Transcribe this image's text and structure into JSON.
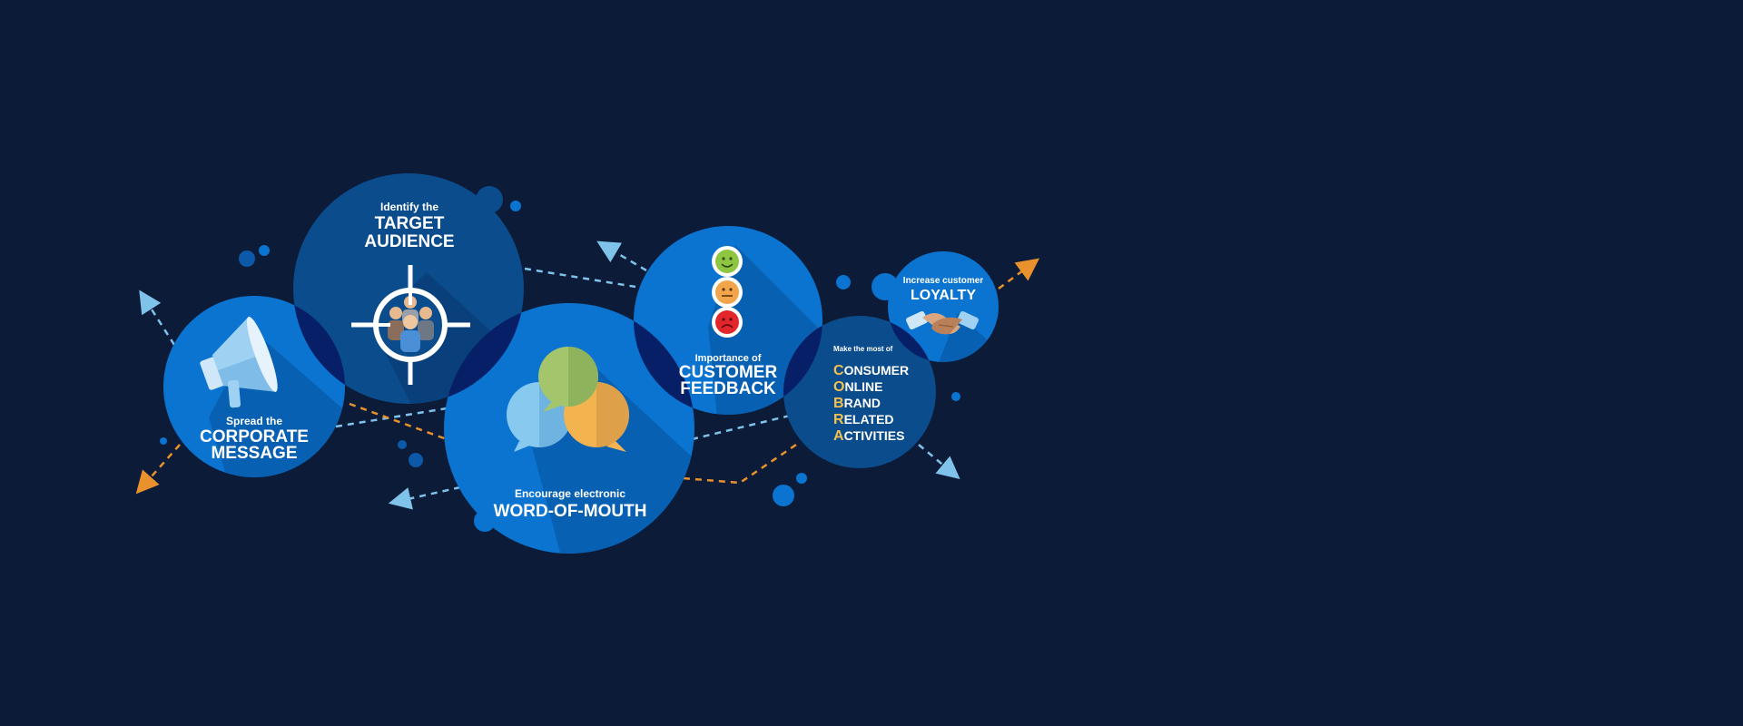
{
  "colors": {
    "background": "#0c1b38",
    "circle_dark": "#0b4c8c",
    "circle_light": "#0a74d0",
    "overlap": "#061f66",
    "arrow_orange": "#e8912d",
    "arrow_light": "#7fc2ea",
    "acronym_letter": "#f2c14e"
  },
  "nodes": {
    "corporate": {
      "icon": "megaphone-icon",
      "small": "Spread the",
      "big1": "CORPORATE",
      "big2": "MESSAGE"
    },
    "target": {
      "icon": "crosshair-people-icon",
      "small": "Identify the",
      "big1": "TARGET",
      "big2": "AUDIENCE"
    },
    "wom": {
      "icon": "speech-bubbles-icon",
      "small": "Encourage electronic",
      "big1": "WORD-OF-MOUTH"
    },
    "feedback": {
      "icon": "smiley-faces-icon",
      "small": "Importance of",
      "big1": "CUSTOMER",
      "big2": "FEEDBACK"
    },
    "cobra": {
      "small": "Make the most of",
      "acronym": [
        {
          "letter": "C",
          "rest": "ONSUMER"
        },
        {
          "letter": "O",
          "rest": "NLINE"
        },
        {
          "letter": "B",
          "rest": "RAND"
        },
        {
          "letter": "R",
          "rest": "ELATED"
        },
        {
          "letter": "A",
          "rest": "CTIVITIES"
        }
      ]
    },
    "loyalty": {
      "icon": "handshake-icon",
      "small": "Increase customer",
      "big1": "LOYALTY"
    }
  }
}
